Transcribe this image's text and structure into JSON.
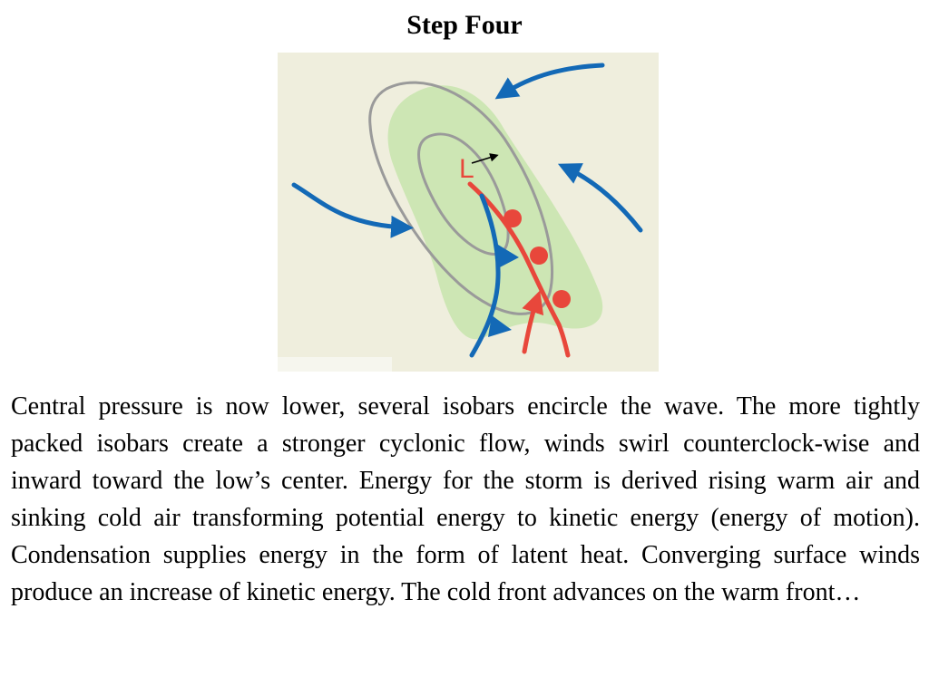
{
  "title": "Step Four",
  "diagram": {
    "low_label": "L",
    "colors": {
      "background": "#efeedd",
      "green_area": "#cde6b4",
      "isobar": "#9a9a9a",
      "cold_front": "#1369b6",
      "warm_front": "#e8473b",
      "wind_arrow": "#1369b6",
      "motion_arrow": "#000000"
    }
  },
  "body": {
    "paragraph": "Central pressure is now lower, several isobars encircle the wave.  The more tightly packed isobars create a stronger cyclonic flow, winds swirl counterclock-wise and inward toward the low’s center.  Energy for the storm is derived rising warm air and sinking cold air transforming potential energy to kinetic energy (energy of motion).  Condensation supplies energy in the form of latent heat.  Converging surface winds produce an increase of kinetic energy.  The cold front advances on the warm front…"
  }
}
